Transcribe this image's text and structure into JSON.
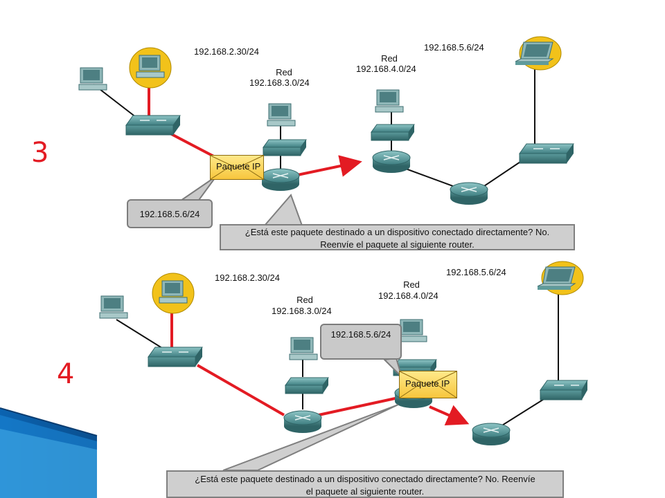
{
  "panels": [
    {
      "step": "3",
      "labels": {
        "host_a_ip": "192.168.2.30/24",
        "net1_title": "Red",
        "net1_ip": "192.168.3.0/24",
        "net2_title": "Red",
        "net2_ip": "192.168.4.0/24",
        "dest_ip": "192.168.5.6/24"
      },
      "packet_label": "Paquete IP",
      "dest_callout": "192.168.5.6/24",
      "question_line1": "¿Está este paquete destinado a un dispositivo conectado directamente? No.",
      "question_line2": "Reenvíe el paquete al siguiente router."
    },
    {
      "step": "4",
      "labels": {
        "host_a_ip": "192.168.2.30/24",
        "net1_title": "Red",
        "net1_ip": "192.168.3.0/24",
        "net2_title": "Red",
        "net2_ip": "192.168.4.0/24",
        "dest_ip": "192.168.5.6/24"
      },
      "packet_label": "Paquete IP",
      "dest_callout": "192.168.5.6/24",
      "question_line1": "¿Está este paquete destinado a un dispositivo conectado directamente? No. Reenvíe",
      "question_line2": "el paquete al siguiente router."
    }
  ],
  "colors": {
    "packet_path": "#e31b23",
    "link": "#111111",
    "device": "#5f9b9b",
    "highlight": "#f2c21a",
    "step_number": "#e31b23"
  }
}
